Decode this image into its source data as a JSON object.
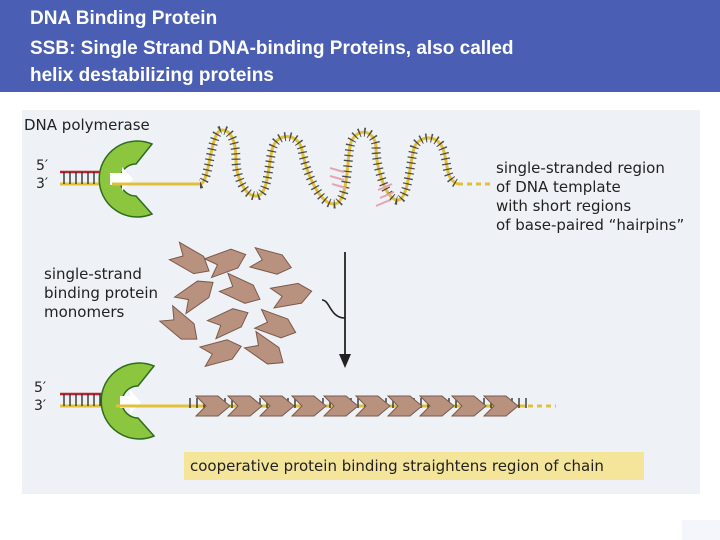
{
  "slide": {
    "title_line1": "DNA Binding Protein",
    "title_line2": "SSB: Single Strand DNA-binding Proteins, also called",
    "title_line3": "helix destabilizing proteins"
  },
  "figure": {
    "label_polymerase": "DNA polymerase",
    "prime5": "5′",
    "prime3": "3′",
    "label_single_strand_1": "single-stranded region",
    "label_single_strand_2": "of DNA template",
    "label_single_strand_3": "with short regions",
    "label_single_strand_4": "of base-paired “hairpins”",
    "label_ssb_1": "single-strand",
    "label_ssb_2": "binding protein",
    "label_ssb_3": "monomers",
    "caption": "cooperative protein binding straightens region of chain",
    "colors": {
      "header": "#4a5fb4",
      "polymerase": "#8cc63f",
      "strand": "#e1c03c",
      "primer": "#c0222b",
      "ssb_protein": "#b9917f",
      "caption_box": "#f4e59a",
      "hairpin_pairs": "#e6a4b4"
    }
  }
}
